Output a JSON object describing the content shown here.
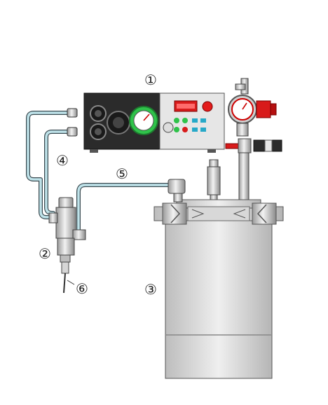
{
  "labels": {
    "n1": "①",
    "n2": "②",
    "n3": "③",
    "n4": "④",
    "n5": "⑤",
    "n6": "⑥"
  },
  "colors": {
    "hose": "#bfe3ea",
    "hose_outline": "#3a4a50",
    "controller_dark": "#2b2b2b",
    "controller_panel": "#e6e6e6",
    "gauge_green": "#2fc24a",
    "display_red": "#d81b1b",
    "tank_body": "#e2e2e2",
    "metal": "#c8c8c8"
  },
  "icons": {
    "controller": "dispensing-controller-icon",
    "regulator": "pressure-regulator-icon",
    "tank": "pressure-tank-icon",
    "valve": "dispensing-valve-icon",
    "nozzle": "nozzle-icon"
  }
}
